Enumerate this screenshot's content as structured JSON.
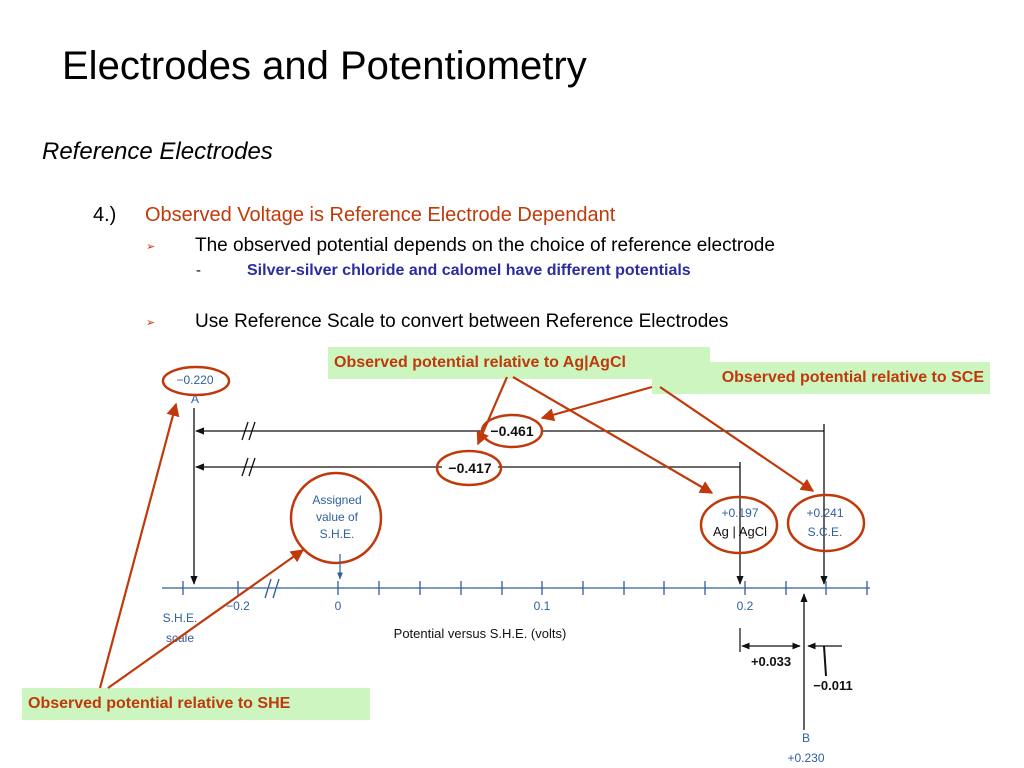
{
  "slide": {
    "title": "Electrodes and Potentiometry",
    "subtitle": "Reference Electrodes",
    "point_number": "4.)",
    "point_heading": "Observed Voltage is Reference Electrode Dependant",
    "bullet_glyph": "➢",
    "bullets": [
      "The observed potential depends on the choice of reference electrode",
      "Use Reference Scale to convert between Reference Electrodes"
    ],
    "sub_dash": "-",
    "sub_bullet": "Silver-silver chloride and calomel have different potentials"
  },
  "callouts": {
    "agagcl": "Observed potential relative to Ag|AgCl",
    "sce": "Observed potential relative to SCE",
    "she": "Observed potential relative to SHE"
  },
  "diagram": {
    "point_a_value": "−0.220",
    "point_a_label": "A",
    "line_agagcl_value": "−0.461",
    "line_sce_value": "−0.417",
    "assigned_she_lines": [
      "Assigned",
      "value of",
      "S.H.E."
    ],
    "agagcl_value": "+0.197",
    "agagcl_label": "Ag | AgCl",
    "sce_value": "+0.241",
    "sce_label": "S.C.E.",
    "scale_label_lines": [
      "S.H.E.",
      "scale"
    ],
    "tick_labels": [
      "−0.2",
      "0",
      "0.1",
      "0.2"
    ],
    "axis_title": "Potential versus S.H.E. (volts)",
    "diff_plus": "+0.033",
    "diff_minus": "−0.011",
    "point_b_label": "B",
    "point_b_value": "+0.230"
  },
  "colors": {
    "accent_red": "#c0390b",
    "highlight_blue": "#2c2c9e",
    "callout_bg": "#ccf5c0",
    "diagram_blue": "#2f5f9e"
  }
}
